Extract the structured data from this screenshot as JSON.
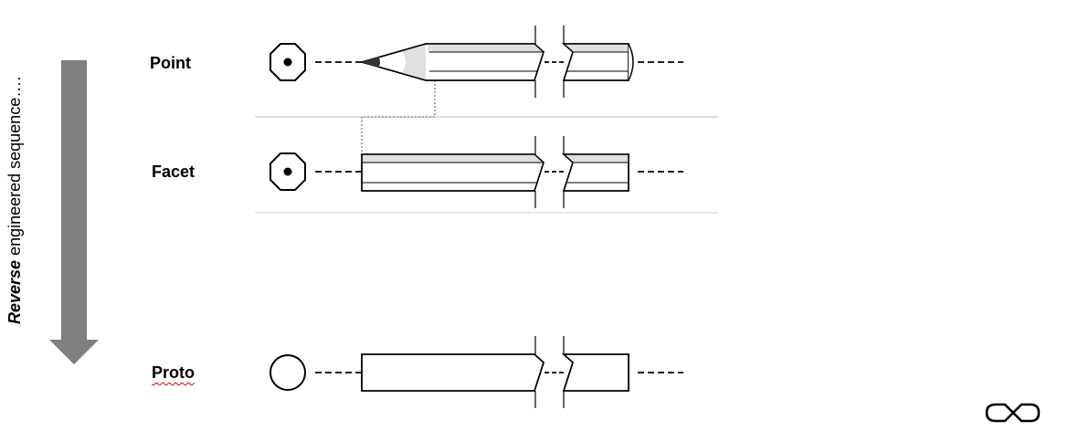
{
  "side_label": {
    "emphasis": "Reverse",
    "rest": " engineered sequence…."
  },
  "stages": [
    {
      "label": "Point"
    },
    {
      "label": "Facet"
    },
    {
      "label": "Proto"
    }
  ],
  "colors": {
    "arrow": "#7f7f7f",
    "shading": "#e0e0e0",
    "lead": "#333333",
    "divider": "#bfbfbf",
    "stroke": "#000000"
  },
  "logo_icon": "infinity-link-icon"
}
